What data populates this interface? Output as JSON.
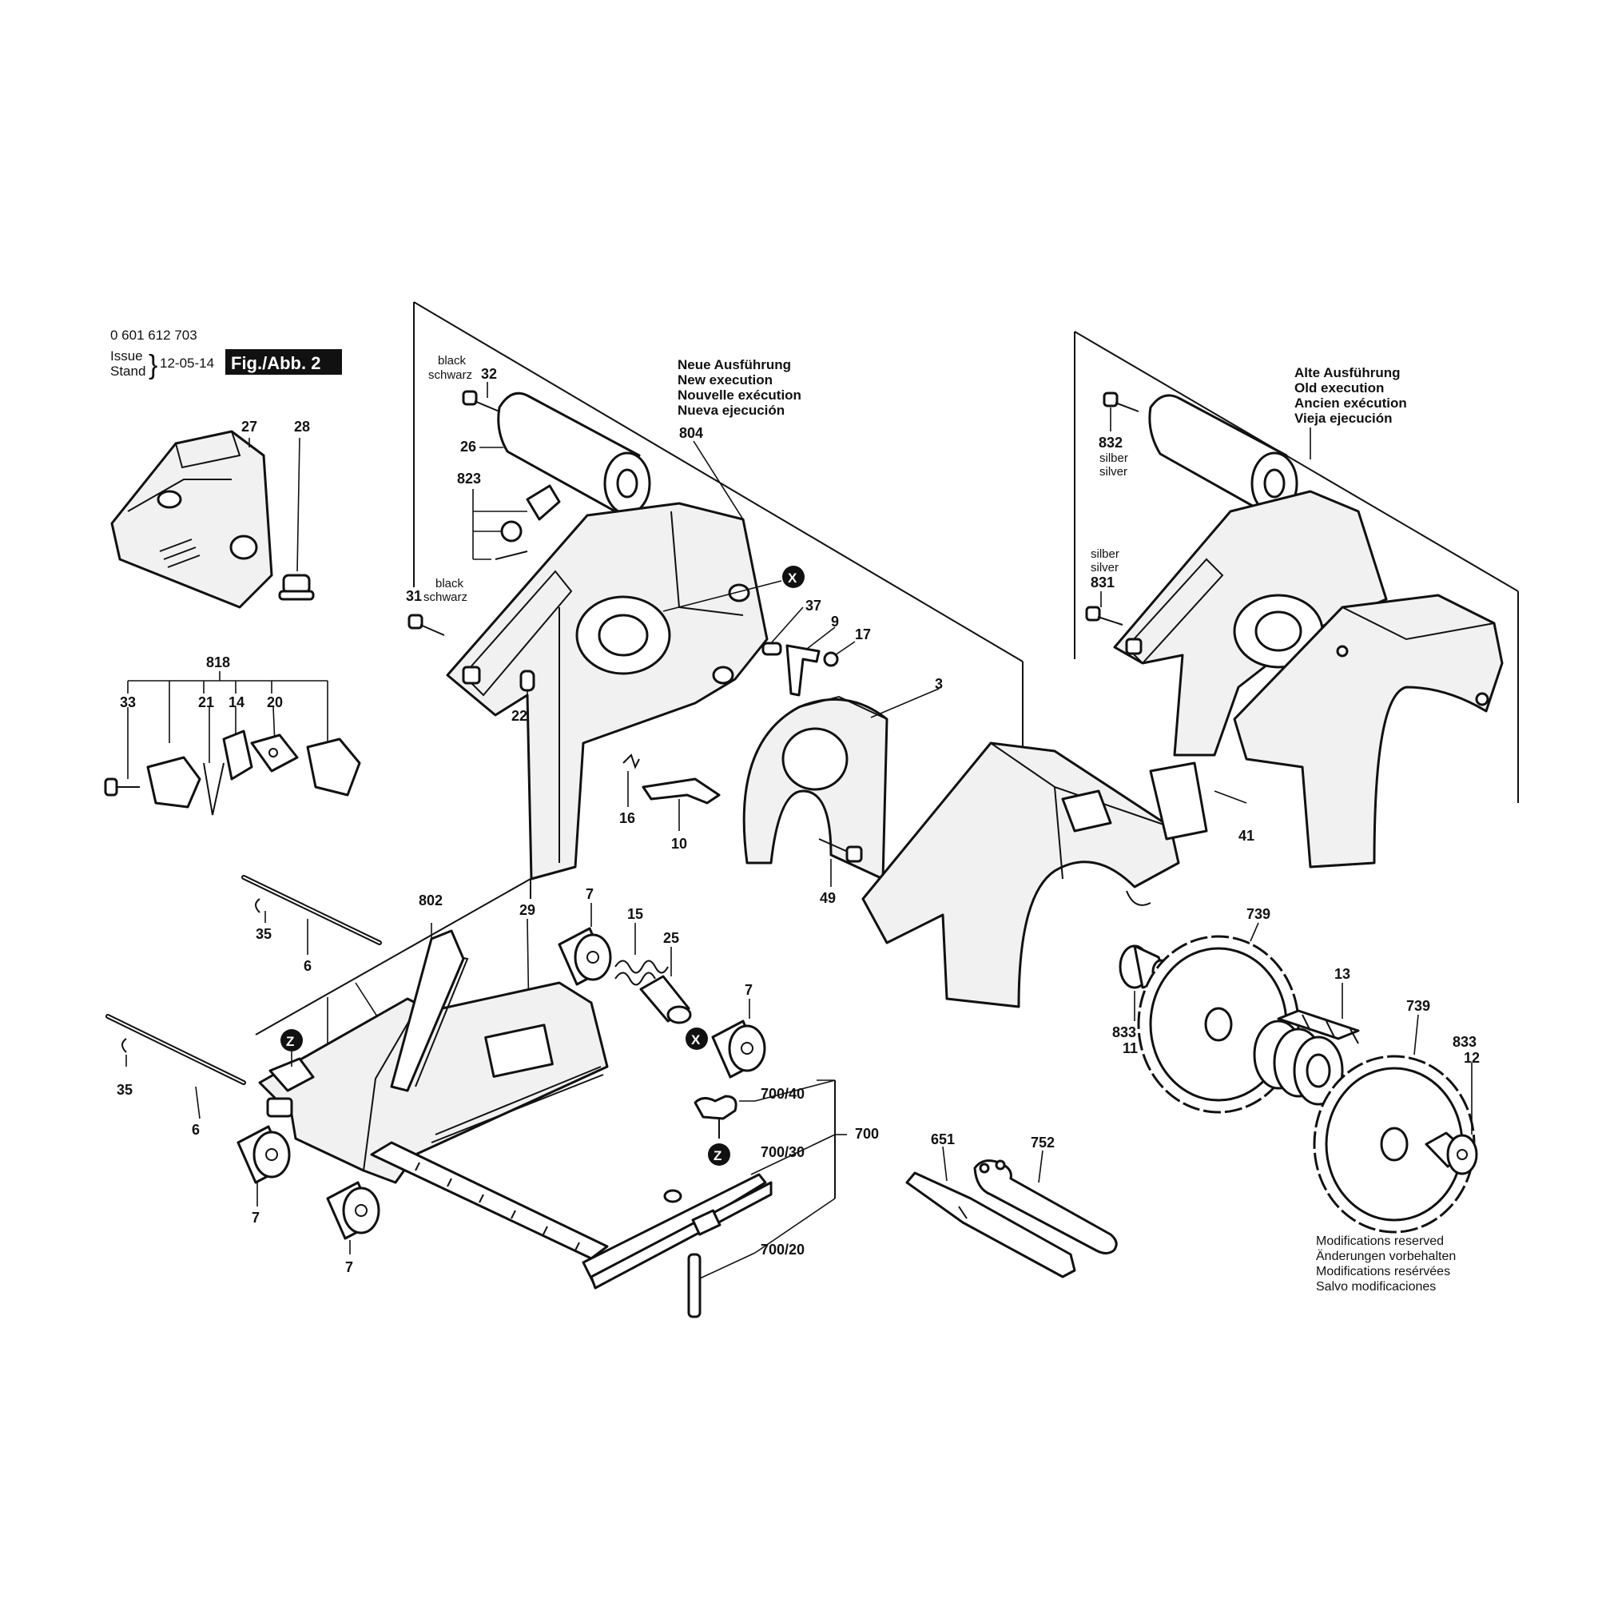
{
  "header": {
    "part_number": "0 601 612 703",
    "issue": "Issue",
    "stand": "Stand",
    "date": "12-05-14",
    "fig_label": "Fig./Abb. 2"
  },
  "new_execution": [
    "Neue Ausführung",
    "New execution",
    "Nouvelle exécution",
    "Nueva ejecución"
  ],
  "old_execution": [
    "Alte Ausführung",
    "Old execution",
    "Ancien exécution",
    "Vieja ejecución"
  ],
  "modifications": [
    "Modifications reserved",
    "Änderungen vorbehalten",
    "Modifications resérvées",
    "Salvo modificaciones"
  ],
  "color_notes": {
    "black": "black",
    "schwarz": "schwarz",
    "silber": "silber",
    "silver": "silver"
  },
  "callouts": {
    "p27": "27",
    "p28": "28",
    "p818": "818",
    "p33": "33",
    "p21": "21",
    "p14": "14",
    "p20": "20",
    "p32": "32",
    "p26": "26",
    "p823": "823",
    "p804": "804",
    "p31": "31",
    "p22": "22",
    "p37": "37",
    "p9": "9",
    "p17": "17",
    "p3": "3",
    "p16": "16",
    "p10": "10",
    "p49": "49",
    "p41": "41",
    "p832": "832",
    "p831": "831",
    "p802": "802",
    "p29": "29",
    "p35a": "35",
    "p6a": "6",
    "p35b": "35",
    "p6b": "6",
    "p7a": "7",
    "p15": "15",
    "p25": "25",
    "p7b": "7",
    "p7c": "7",
    "p7d": "7",
    "p700_40": "700/40",
    "p700_30": "700/30",
    "p700": "700",
    "p700_20": "700/20",
    "p739a": "739",
    "p13": "13",
    "p739b": "739",
    "p833a": "833",
    "p11": "11",
    "p833b": "833",
    "p12": "12",
    "p651": "651",
    "p752": "752"
  },
  "markers": {
    "x": "X",
    "z": "Z"
  }
}
